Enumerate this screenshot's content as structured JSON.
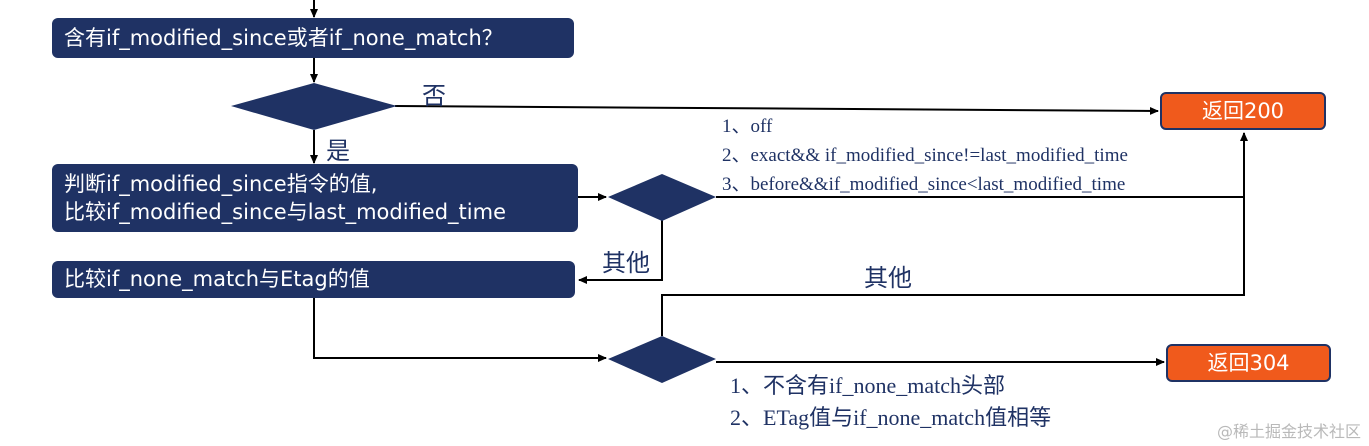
{
  "nodes": {
    "check_headers": "含有if_modified_since或者if_none_match？",
    "judge_line1": "判断if_modified_since指令的值,",
    "judge_line2": "比较if_modified_since与last_modified_time",
    "compare_etag": "比较if_none_match与Etag的值",
    "return_200": "返回200",
    "return_304": "返回304"
  },
  "labels": {
    "no": "否",
    "yes": "是",
    "other_1": "其他",
    "other_2": "其他"
  },
  "conditions_200": [
    "1、off",
    "2、exact&& if_modified_since!=last_modified_time",
    "3、before&&if_modified_since<last_modified_time"
  ],
  "conditions_304": [
    "1、不含有if_none_match头部",
    "2、ETag值与if_none_match值相等"
  ],
  "watermark": "@稀土掘金技术社区",
  "colors": {
    "node_fill": "#1f3264",
    "return_fill": "#f05a1c",
    "line": "#000000",
    "text": "#1f3264"
  }
}
